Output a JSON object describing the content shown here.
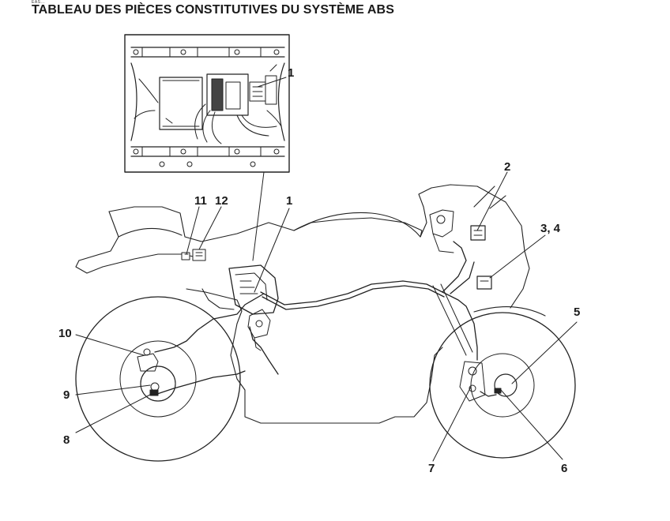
{
  "header": {
    "code": "EAS...",
    "title": "TABLEAU DES PIÈCES CONSTITUTIVES DU SYSTÈME ABS"
  },
  "callouts": {
    "c1_inset": "1",
    "c1_main": "1",
    "c2": "2",
    "c3_4": "3, 4",
    "c5": "5",
    "c6": "6",
    "c7": "7",
    "c8": "8",
    "c9": "9",
    "c10": "10",
    "c11": "11",
    "c12": "12"
  }
}
